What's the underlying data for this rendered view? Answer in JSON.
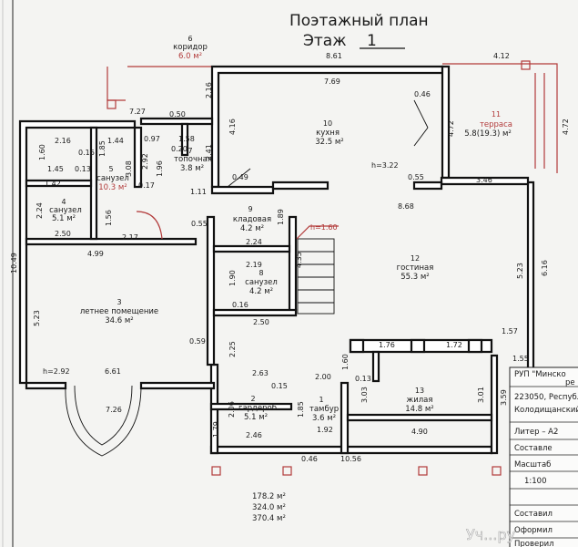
{
  "header": {
    "title": "Поэтажный план",
    "floor_label": "Этаж",
    "floor_number": "1"
  },
  "rooms": [
    {
      "id": "1",
      "name": "тамбур",
      "area": "3.6 м²"
    },
    {
      "id": "2",
      "name": "гардероб",
      "area": "5.1 м²"
    },
    {
      "id": "3",
      "name": "летнее помещение",
      "area": "34.6 м²"
    },
    {
      "id": "4",
      "name": "санузел",
      "area": "5.1 м²"
    },
    {
      "id": "5",
      "name": "санузел",
      "area": "10.3 м²"
    },
    {
      "id": "6",
      "name": "коридор",
      "area": "6.0 м²"
    },
    {
      "id": "7",
      "name": "топочная",
      "area": "3.8 м²"
    },
    {
      "id": "8",
      "name": "санузел",
      "area": "4.2 м²"
    },
    {
      "id": "9",
      "name": "кладовая",
      "area": "4.2 м²"
    },
    {
      "id": "10",
      "name": "кухня",
      "area": "32.5 м²"
    },
    {
      "id": "11",
      "name": "терраса",
      "area": "5.8(19.3) м²"
    },
    {
      "id": "12",
      "name": "гостиная",
      "area": "55.3 м²"
    },
    {
      "id": "13",
      "name": "жилая",
      "area": "14.8 м²"
    }
  ],
  "dimensions": {
    "top_861": "8.61",
    "top_412": "4.12",
    "d769": "7.69",
    "d046a": "0.46",
    "d472a": "4.72",
    "d472b": "4.72",
    "d216a": "2.16",
    "d727": "7.27",
    "d050": "0.50",
    "d097": "0.97",
    "d158": "1.58",
    "d241": "2.41",
    "d020": "0.20",
    "d292": "2.92",
    "d196": "1.96",
    "d017": "0.17",
    "d111": "1.11",
    "d049": "0.49",
    "d416": "4.16",
    "d055a": "0.55",
    "d346": "3.46",
    "d868": "8.68",
    "d216b": "2.16",
    "d144": "1.44",
    "d016a": "0.16",
    "d185a": "1.85",
    "d160a": "1.60",
    "d145": "1.45",
    "d013": "0.13",
    "d308": "3.08",
    "d142": "1.42",
    "d224": "2.24",
    "d156": "1.56",
    "d250a": "2.50",
    "d217": "2.17",
    "d1049": "10.49",
    "d499": "4.99",
    "d055b": "0.55",
    "d189": "1.89",
    "d224b": "2.24",
    "d435": "4.35",
    "d219": "2.19",
    "d190": "1.90",
    "d016b": "0.16",
    "d250b": "2.50",
    "d523a": "5.23",
    "d523b": "5.23",
    "d616": "6.16",
    "d059": "0.59",
    "d225": "2.25",
    "d157": "1.57",
    "d176": "1.76",
    "d172": "1.72",
    "d155": "1.55",
    "d160b": "1.60",
    "d263": "2.63",
    "d015": "0.15",
    "d200": "2.00",
    "d013b": "0.13",
    "d206": "2.06",
    "d185b": "1.85",
    "d303": "3.03",
    "d301": "3.01",
    "d359": "3.59",
    "d246": "2.46",
    "d192": "1.92",
    "d490": "4.90",
    "d046b": "0.46",
    "d1056": "10.56",
    "d179": "1.79",
    "d661": "6.61",
    "d726": "7.26",
    "h160": "h=1.60",
    "h322": "h=3.22",
    "h292": "h=2.92"
  },
  "totals": [
    "178.2 м²",
    "324.0 м²",
    "370.4 м²"
  ],
  "stamp": {
    "org": "РУП \"Минско",
    "org2": "ре",
    "address": "223050, Республ",
    "district": "Колодищанский",
    "litera": "Литер – А2",
    "composed": "Составле",
    "scale_label": "Масштаб",
    "scale": "1:100",
    "compiled": "Составил",
    "drew": "Оформил",
    "checked": "Проверил"
  },
  "watermark": "Уч...ру"
}
